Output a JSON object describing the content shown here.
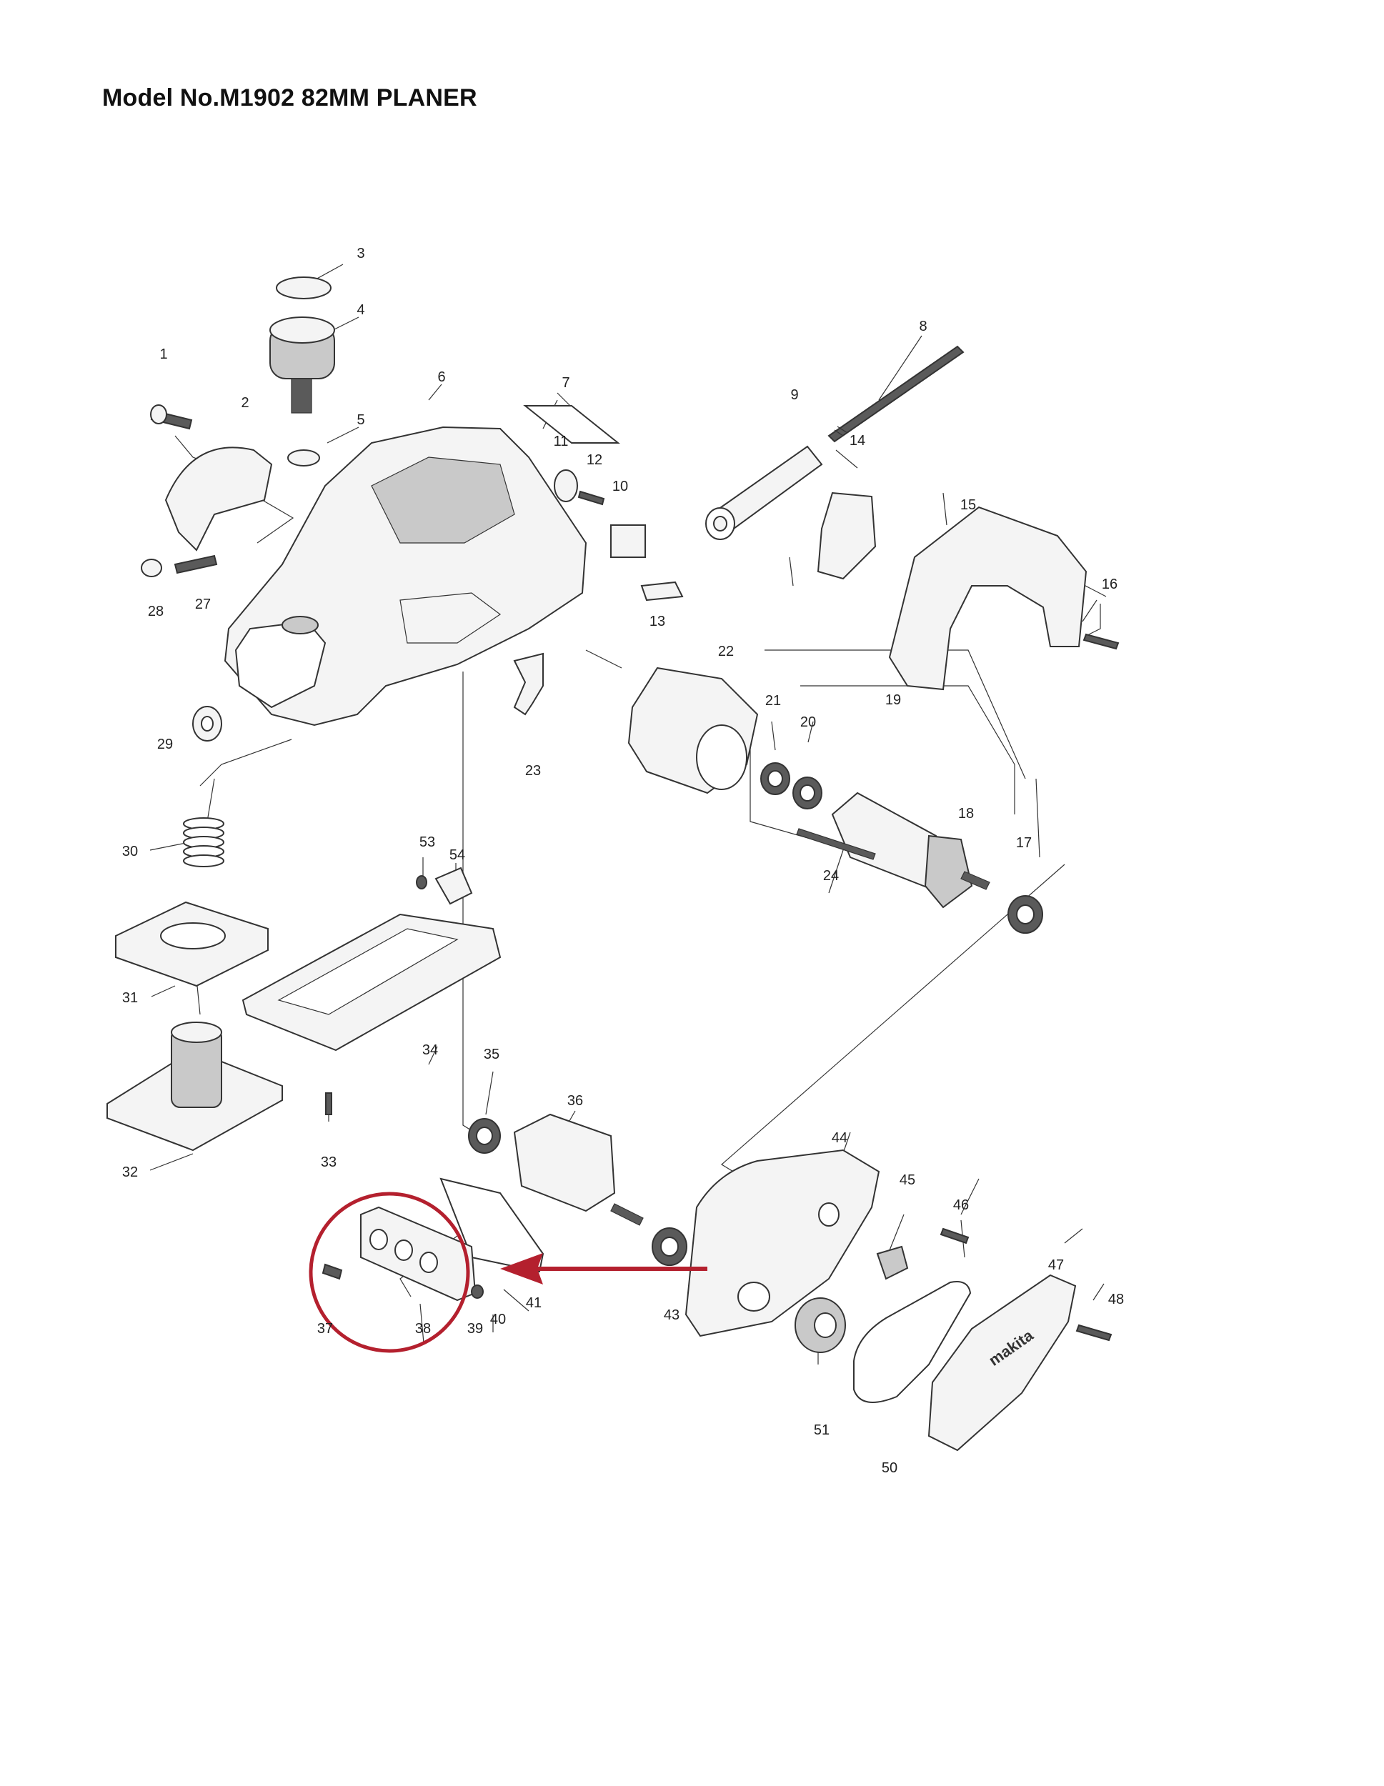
{
  "title": "Model No.M1902 82MM PLANER",
  "colors": {
    "highlight": "#b4202e",
    "line": "#333333"
  },
  "parts": [
    {
      "id": "1",
      "label": "1"
    },
    {
      "id": "2",
      "label": "2"
    },
    {
      "id": "3",
      "label": "3"
    },
    {
      "id": "4",
      "label": "4"
    },
    {
      "id": "5",
      "label": "5"
    },
    {
      "id": "6",
      "label": "6"
    },
    {
      "id": "7",
      "label": "7"
    },
    {
      "id": "8",
      "label": "8"
    },
    {
      "id": "9",
      "label": "9"
    },
    {
      "id": "10",
      "label": "10"
    },
    {
      "id": "11",
      "label": "11"
    },
    {
      "id": "12",
      "label": "12"
    },
    {
      "id": "13",
      "label": "13"
    },
    {
      "id": "14",
      "label": "14"
    },
    {
      "id": "15",
      "label": "15"
    },
    {
      "id": "16",
      "label": "16"
    },
    {
      "id": "17",
      "label": "17"
    },
    {
      "id": "18",
      "label": "18"
    },
    {
      "id": "19",
      "label": "19"
    },
    {
      "id": "20",
      "label": "20"
    },
    {
      "id": "21",
      "label": "21"
    },
    {
      "id": "22",
      "label": "22"
    },
    {
      "id": "23",
      "label": "23"
    },
    {
      "id": "24",
      "label": "24"
    },
    {
      "id": "27",
      "label": "27"
    },
    {
      "id": "28",
      "label": "28"
    },
    {
      "id": "29",
      "label": "29"
    },
    {
      "id": "30",
      "label": "30"
    },
    {
      "id": "31",
      "label": "31"
    },
    {
      "id": "32",
      "label": "32"
    },
    {
      "id": "33",
      "label": "33"
    },
    {
      "id": "34",
      "label": "34"
    },
    {
      "id": "35",
      "label": "35"
    },
    {
      "id": "36",
      "label": "36"
    },
    {
      "id": "37",
      "label": "37"
    },
    {
      "id": "38",
      "label": "38"
    },
    {
      "id": "39",
      "label": "39"
    },
    {
      "id": "40",
      "label": "40"
    },
    {
      "id": "41",
      "label": "41"
    },
    {
      "id": "43",
      "label": "43"
    },
    {
      "id": "44",
      "label": "44"
    },
    {
      "id": "45",
      "label": "45"
    },
    {
      "id": "46",
      "label": "46"
    },
    {
      "id": "47",
      "label": "47"
    },
    {
      "id": "48",
      "label": "48"
    },
    {
      "id": "50",
      "label": "50"
    },
    {
      "id": "51",
      "label": "51"
    },
    {
      "id": "53",
      "label": "53"
    },
    {
      "id": "54",
      "label": "54"
    }
  ],
  "belt_cover_logo": "makita",
  "highlight": {
    "target_parts": [
      "37",
      "38",
      "39",
      "40"
    ],
    "arrow": "arrow-left"
  }
}
